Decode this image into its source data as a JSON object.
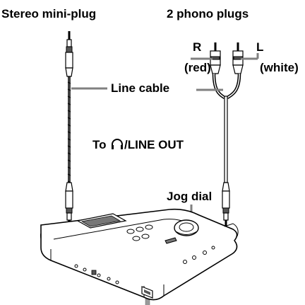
{
  "labels": {
    "stereo_mini_plug": "Stereo mini-plug",
    "phono_plugs": "2 phono plugs",
    "r": "R",
    "red": "(red)",
    "l": "L",
    "white": "(white)",
    "line_cable": "Line cable",
    "line_out_prefix": "To ",
    "line_out_suffix": "/LINE OUT",
    "jog_dial": "Jog dial"
  },
  "icons": {
    "headphone": "headphone-icon"
  },
  "colors": {
    "line": "#000000",
    "leader": "#808080",
    "device_body": "#ffffff",
    "device_shade": "#555555"
  }
}
